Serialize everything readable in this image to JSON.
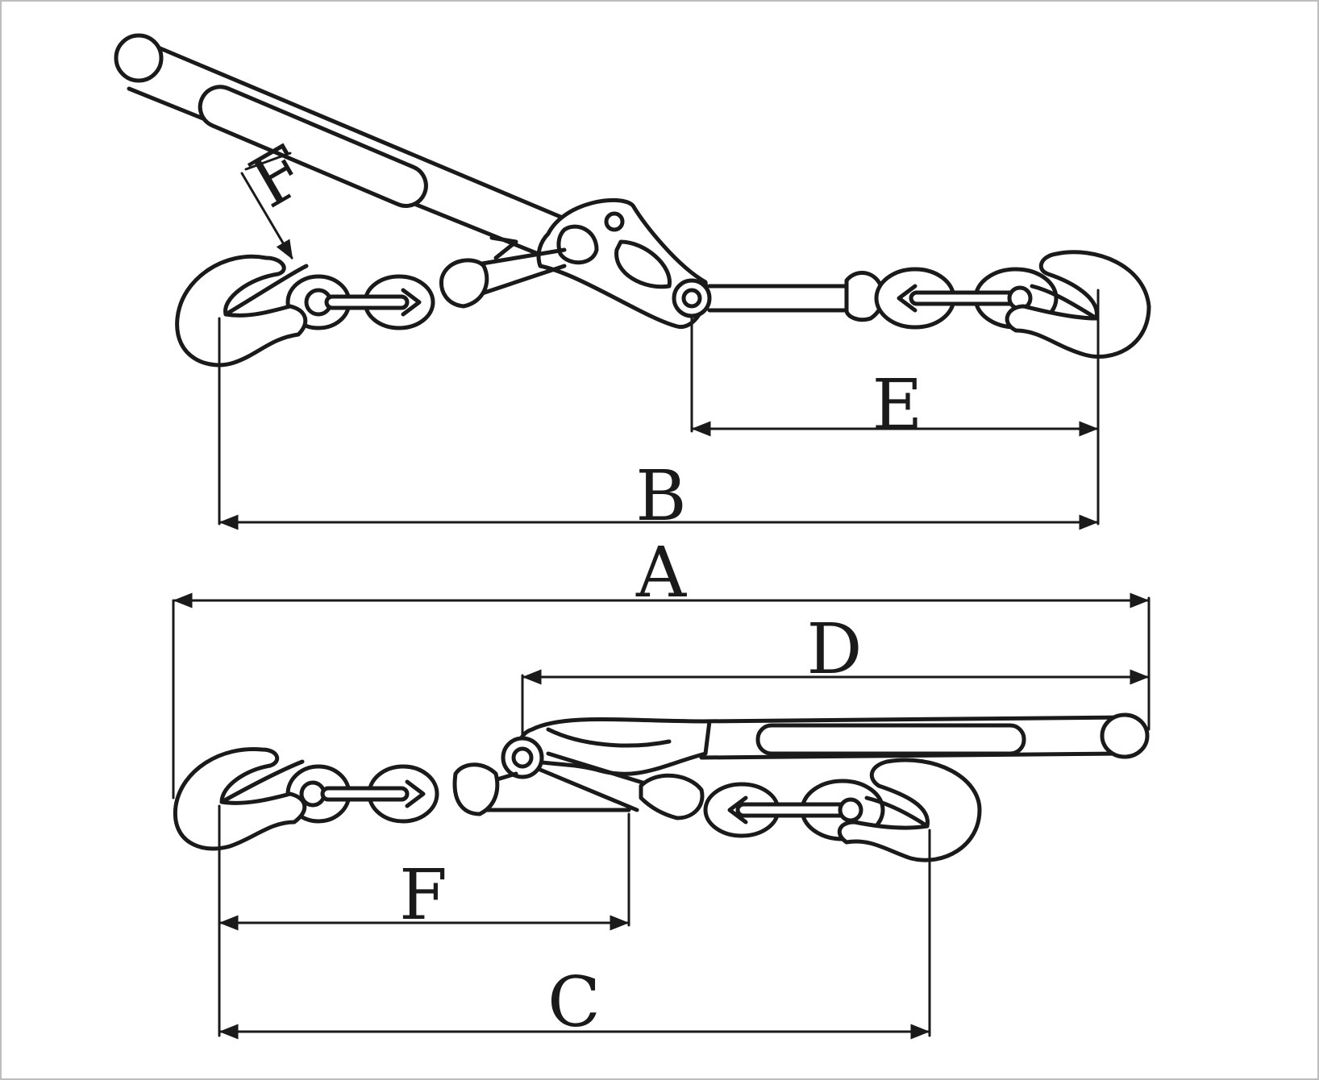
{
  "dimensions": {
    "A": "A",
    "B": "B",
    "C": "C",
    "D": "D",
    "E": "E",
    "F": "F",
    "F_angled": "F"
  },
  "colors": {
    "line": "#1a1a1a",
    "background": "#ffffff"
  }
}
